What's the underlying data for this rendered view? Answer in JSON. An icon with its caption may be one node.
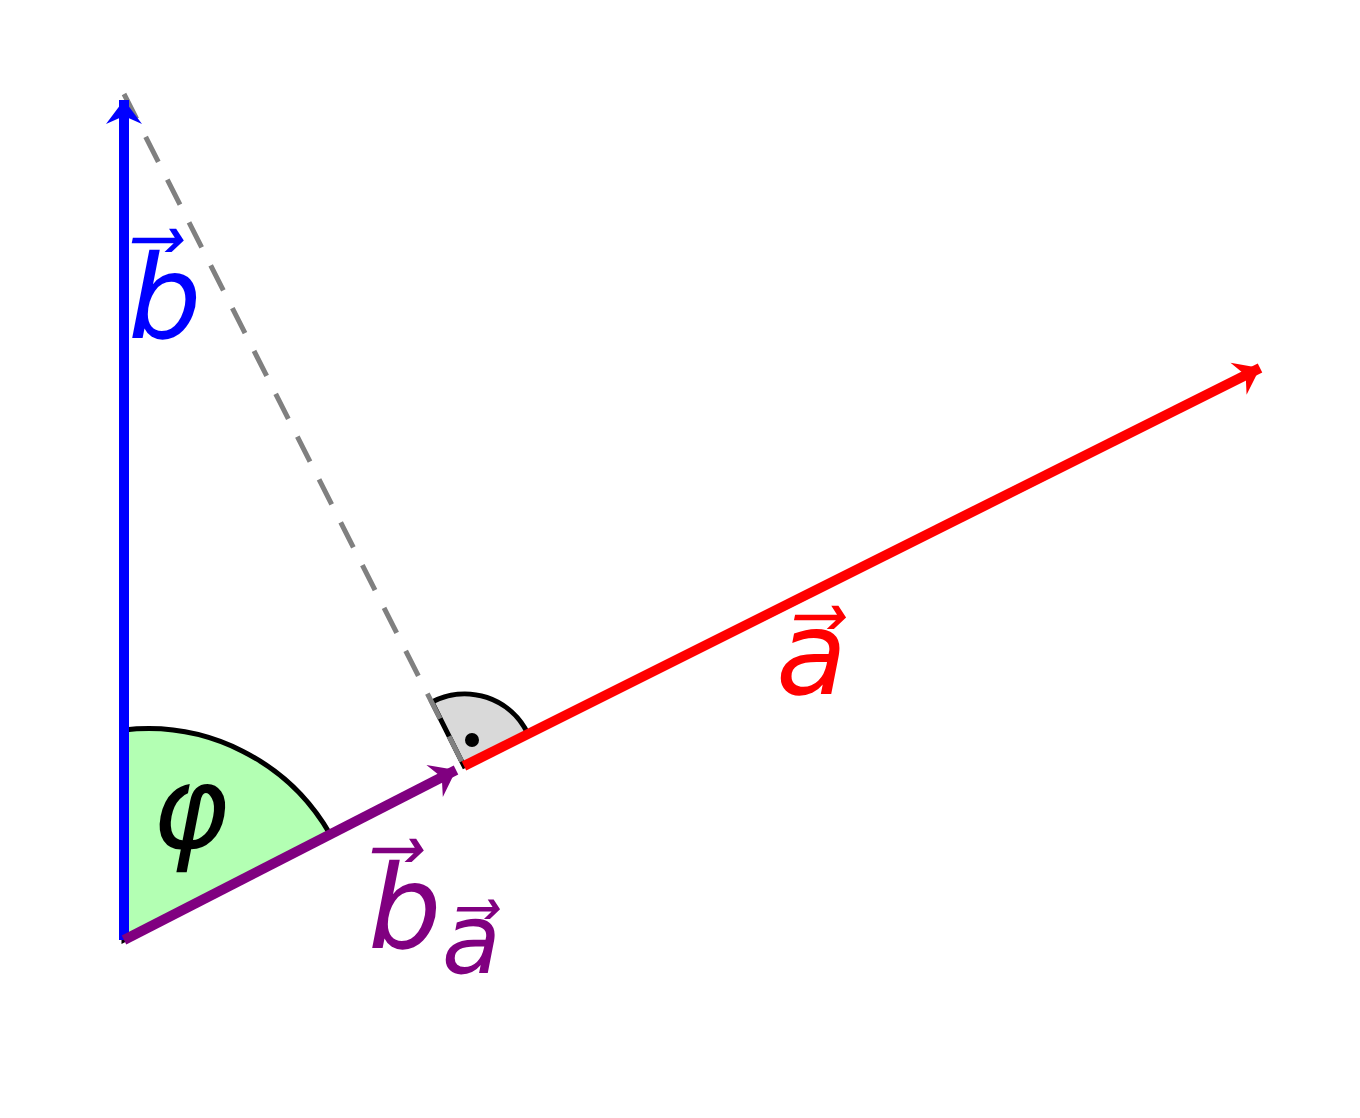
{
  "diagram": {
    "labels": [
      "b⃗",
      "a⃗",
      "φ",
      "b⃗$_{a⃗}$"
    ]
  }
}
